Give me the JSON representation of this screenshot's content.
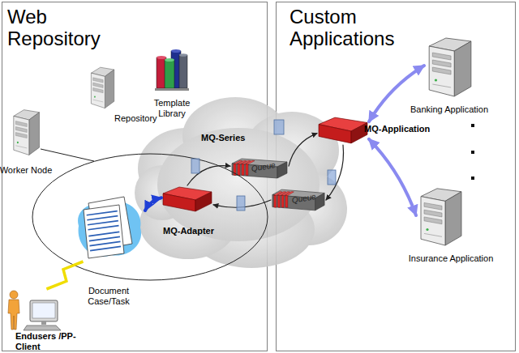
{
  "diagram": {
    "nodes": [
      {
        "text": [
          "Web Repository"
        ]
      },
      {
        "text": [
          "Template Library"
        ],
        "in": 0
      },
      {
        "text": [
          "Repository"
        ],
        "in": 0
      },
      {
        "text": [
          "Worker Node"
        ],
        "in": 0
      },
      {
        "text": [
          "Document Case/Task"
        ],
        "in": 0
      },
      {
        "text": [
          "MQ-Adapter"
        ],
        "in": 0
      },
      {
        "text": [
          "Endusers /PP-Client"
        ],
        "in": 0
      },
      {
        "text": [
          "Custom Applications"
        ]
      },
      {
        "text": [
          "Banking Application"
        ],
        "in": 7
      },
      {
        "text": [
          "MQ-Application"
        ],
        "in": 7
      },
      {
        "text": [
          "Insurance Application"
        ],
        "in": 7
      },
      {
        "text": [
          "MQ-Series"
        ]
      },
      {
        "text": [
          "Queue"
        ],
        "in": 11
      },
      {
        "text": [
          "Queue"
        ],
        "in": 11
      }
    ],
    "edges": [
      {
        "from": 4,
        "to": 5,
        "arrow": "both"
      },
      {
        "from": 9,
        "to": 8,
        "arrow": "both"
      },
      {
        "from": 9,
        "to": 10,
        "arrow": "both"
      },
      {
        "from": 6,
        "to": 4,
        "arrow": "none"
      },
      {
        "from": 5,
        "to": 12,
        "arrow": "to"
      },
      {
        "from": 12,
        "to": 9,
        "arrow": "to"
      },
      {
        "from": 9,
        "to": 13,
        "arrow": "to"
      },
      {
        "from": 13,
        "to": 5,
        "arrow": "to"
      }
    ]
  }
}
